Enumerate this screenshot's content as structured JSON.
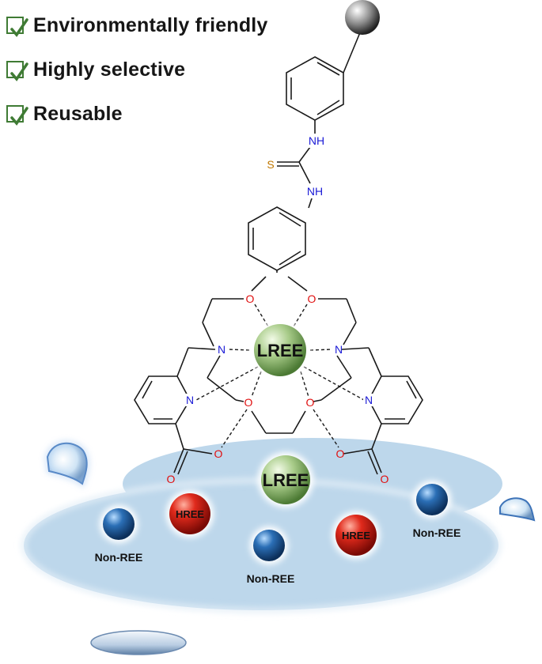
{
  "features": [
    {
      "label": "Environmentally friendly",
      "icon": "check-icon",
      "checked": true
    },
    {
      "label": "Highly selective",
      "icon": "check-icon",
      "checked": true
    },
    {
      "label": "Reusable",
      "icon": "check-icon",
      "checked": true
    }
  ],
  "molecule": {
    "atoms": {
      "nh_top": "NH",
      "s": "S",
      "nh_bottom": "NH",
      "o_left": "O",
      "o_right": "O",
      "n_left": "N",
      "n_right": "N",
      "n_py_left": "N",
      "n_py_right": "N",
      "o_lower_left": "O",
      "o_lower_right": "O",
      "o_carboxyl_left": "O",
      "o_carboxyl_right": "O",
      "o_carbonyl_left": "O",
      "o_carbonyl_right": "O"
    },
    "bound_ion": "LREE"
  },
  "solution": {
    "ions": {
      "lree": "LREE",
      "hree_left": "HREE",
      "hree_right": "HREE",
      "non_ree_left": "Non-REE",
      "non_ree_center": "Non-REE",
      "non_ree_right": "Non-REE"
    }
  },
  "colors": {
    "check": "#3f7b34",
    "lree": "#8fba6e",
    "hree": "#d42a1f",
    "non_ree": "#1f5f9e",
    "nitrogen": "#1a1ad6",
    "oxygen": "#e01010",
    "sulfur": "#c07800",
    "water": "#bcd6ea"
  }
}
